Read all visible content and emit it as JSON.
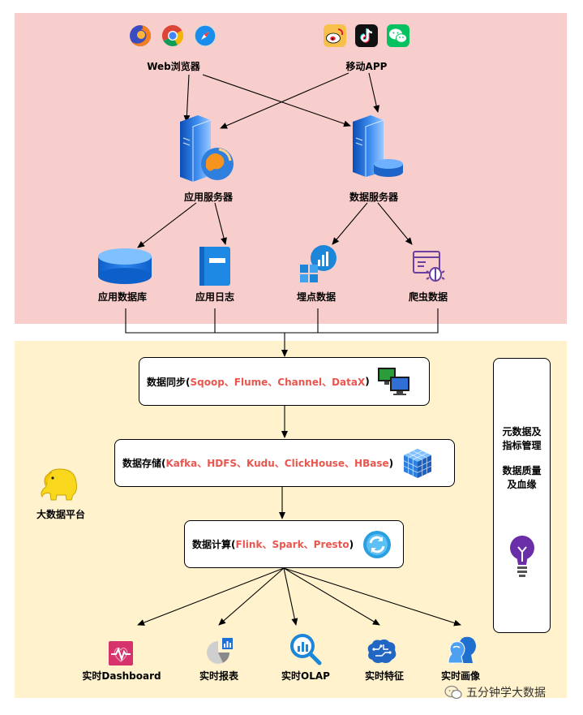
{
  "sources": {
    "web": {
      "label": "Web浏览器",
      "icons": [
        "firefox-icon",
        "chrome-icon",
        "safari-icon"
      ]
    },
    "app": {
      "label": "移动APP",
      "icons": [
        "weibo-icon",
        "tiktok-icon",
        "wechat-icon"
      ]
    }
  },
  "servers": {
    "app_server": {
      "label": "应用服务器"
    },
    "data_server": {
      "label": "数据服务器"
    }
  },
  "stores": [
    {
      "label": "应用数据库"
    },
    {
      "label": "应用日志"
    },
    {
      "label": "埋点数据"
    },
    {
      "label": "爬虫数据"
    }
  ],
  "platform": {
    "label": "大数据平台"
  },
  "pipeline": {
    "sync": {
      "prefix": "数据同步(",
      "tools": "Sqoop、Flume、Channel、DataX",
      "suffix": ")"
    },
    "storage": {
      "prefix": "数据存储(",
      "tools": "Kafka、HDFS、Kudu、ClickHouse、HBase",
      "suffix": ")"
    },
    "compute": {
      "prefix": "数据计算(",
      "tools": "Flink、Spark、Presto",
      "suffix": ")"
    }
  },
  "side": {
    "line1": "元数据及",
    "line2": "指标管理",
    "line3": "数据质量",
    "line4": "及血缘"
  },
  "outputs": [
    {
      "label": "实时Dashboard"
    },
    {
      "label": "实时报表"
    },
    {
      "label": "实时OLAP"
    },
    {
      "label": "实时特征"
    },
    {
      "label": "实时画像"
    }
  ],
  "watermark": {
    "text": "五分钟学大数据"
  },
  "colors": {
    "top_zone": "#f8cecc",
    "bottom_zone": "#fff2cc",
    "tool_text": "#e8574f"
  }
}
